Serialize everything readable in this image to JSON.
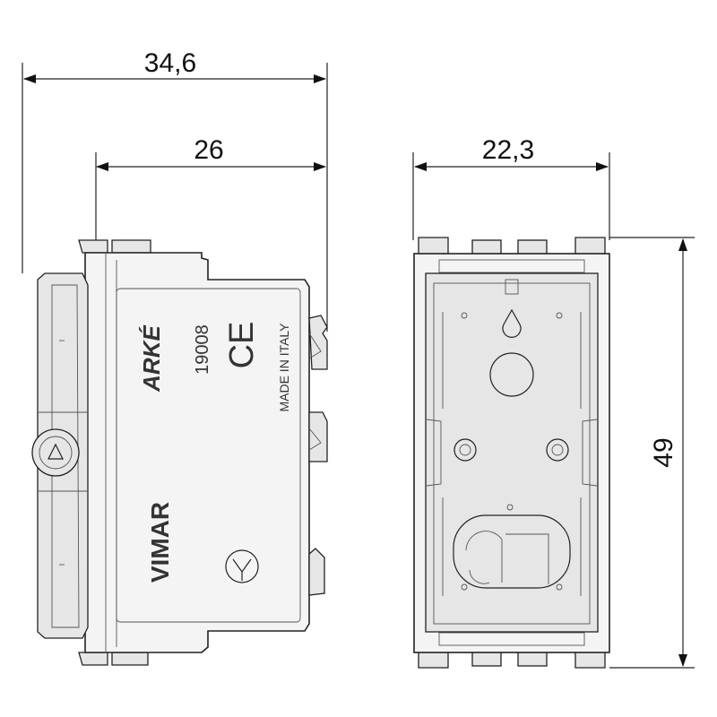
{
  "dimensions": {
    "overall_depth": "34,6",
    "body_depth": "26",
    "width": "22,3",
    "height": "49"
  },
  "markings": {
    "brand_top": "ARKÉ",
    "article_code": "19008",
    "conformity": "CE",
    "origin": "MADE IN ITALY",
    "brand_bottom": "VIMAR"
  }
}
